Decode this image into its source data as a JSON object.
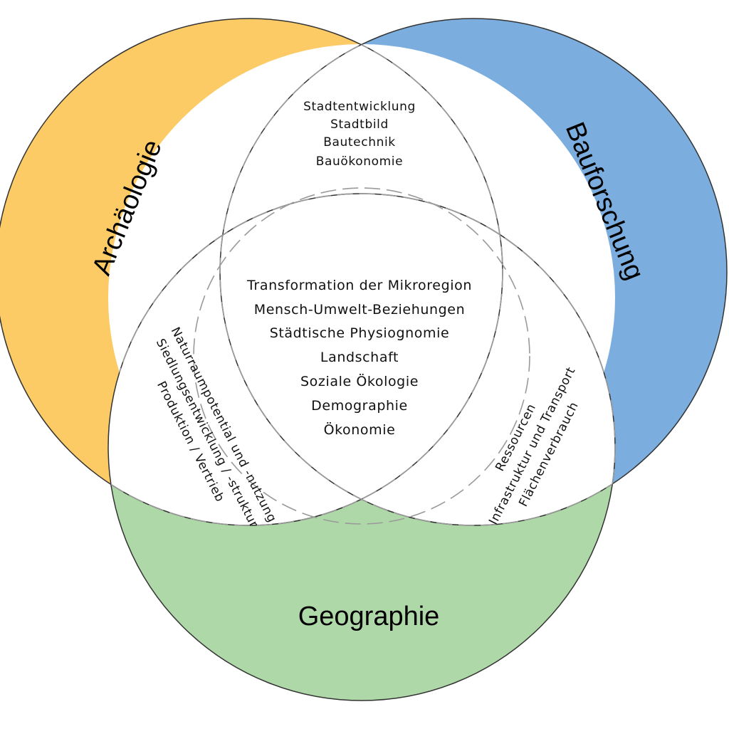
{
  "disciplines": {
    "archaeology": "Archäologie",
    "building_research": "Bauforschung",
    "geography": "Geographie"
  },
  "overlaps": {
    "archaeology_building": [
      "Stadtentwicklung",
      "Stadtbild",
      "Bautechnik",
      "Bauökonomie"
    ],
    "archaeology_geography": [
      "Naturraumpotential und -nutzung",
      "Siedlungsentwicklung / -struktur",
      "Produktion / Vertrieb"
    ],
    "building_geography": [
      "Ressourcen",
      "Infrastruktur und Transport",
      "Flächenverbrauch"
    ],
    "center": [
      "Transformation der Mikroregion",
      "Mensch-Umwelt-Beziehungen",
      "Städtische Physiognomie",
      "Landschaft",
      "Soziale Ökologie",
      "Demographie",
      "Ökonomie"
    ]
  },
  "colors": {
    "archaeology": "#FCCB66",
    "building_research": "#7BAEDE",
    "geography": "#AFD8A8",
    "overlap": "#FFFFFF",
    "outline": "#333333",
    "dashed": "#9A9A9A"
  }
}
